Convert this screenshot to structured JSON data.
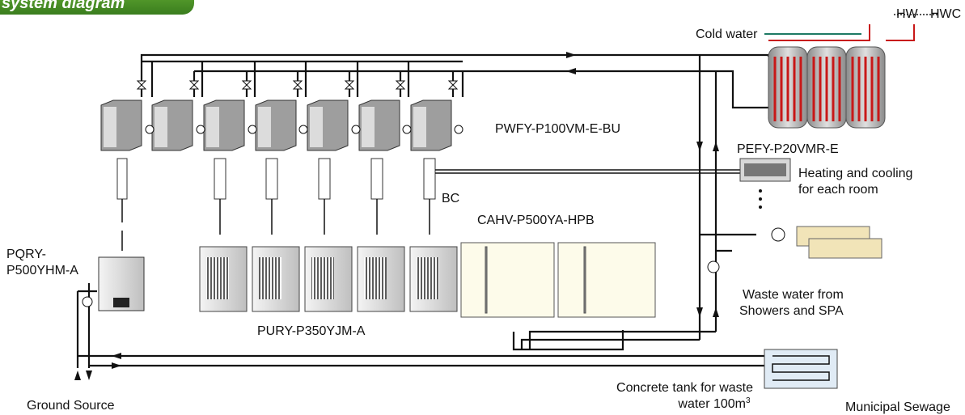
{
  "banner": {
    "title": "system diagram"
  },
  "labels": {
    "hw": "HW",
    "hwc": "HWC",
    "cold_water": "Cold water",
    "pwfy": "PWFY-P100VM-E-BU",
    "pefy": "PEFY-P20VMR-E",
    "heating_cooling_line1": "Heating and cooling",
    "heating_cooling_line2": "for each room",
    "bc": "BC",
    "cahv": "CAHV-P500YA-HPB",
    "pqry_line1": "PQRY-",
    "pqry_line2": "P500YHM-A",
    "pury": "PURY-P350YJM-A",
    "waste_water_line1": "Waste water from",
    "waste_water_line2": "Showers and SPA",
    "concrete_line1": "Concrete tank for waste",
    "concrete_line2": "water 100m",
    "concrete_sup": "3",
    "ground_source": "Ground Source",
    "municipal_sewage": "Municipal Sewage"
  },
  "colors": {
    "pipe": "#111111",
    "banner": "#4a9126",
    "hot_water": "#d82020",
    "cold_water_pipe": "#1e7a64",
    "tank_fill": "#c9c9c9",
    "tank_coil": "#c81818",
    "unit_gray": "#9a9a9a",
    "fan_grille": "#6a6a6a",
    "radiator": "#f1e4b8",
    "wastetank": "#d9e6f2"
  }
}
